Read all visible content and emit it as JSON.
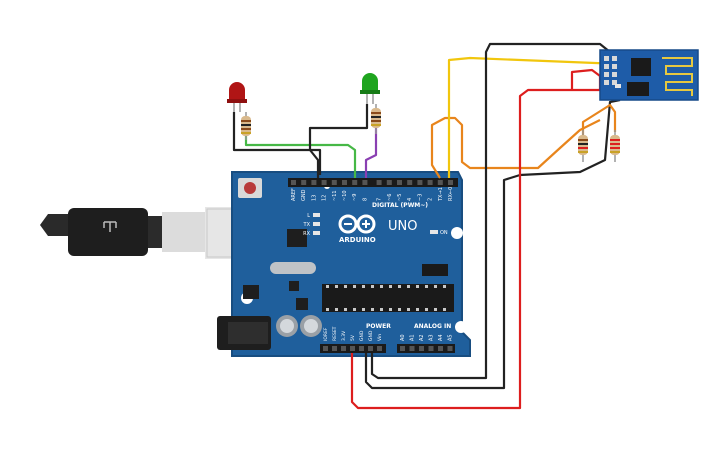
{
  "board": {
    "brand": "ARDUINO",
    "model": "UNO",
    "digital_header": "DIGITAL (PWM~)",
    "power_header": "POWER",
    "analog_header": "ANALOG IN",
    "on_label": "ON",
    "led_labels": [
      "L",
      "TX",
      "RX"
    ],
    "digital_pins": [
      "AREF",
      "GND",
      "13",
      "12",
      "~11",
      "~10",
      "~9",
      "8",
      "7",
      "~6",
      "~5",
      "4",
      "~3",
      "2",
      "TX→1",
      "RX←0"
    ],
    "power_pins": [
      "IOREF",
      "RESET",
      "3.3V",
      "5V",
      "GND",
      "GND",
      "Vin"
    ],
    "analog_pins": [
      "A0",
      "A1",
      "A2",
      "A3",
      "A4",
      "A5"
    ]
  },
  "components": {
    "leds": [
      {
        "name": "red-led",
        "color": "#b01515"
      },
      {
        "name": "green-led",
        "color": "#1fa51f"
      }
    ],
    "resistor_count": 4,
    "module": "wifi-module"
  },
  "colors": {
    "board": "#1f5f9c",
    "wire_black": "#222222",
    "wire_red": "#dd1e1e",
    "wire_yellow": "#f1c60d",
    "wire_orange": "#e8851c",
    "wire_green": "#46b846",
    "wire_purple": "#8a3fb2"
  }
}
